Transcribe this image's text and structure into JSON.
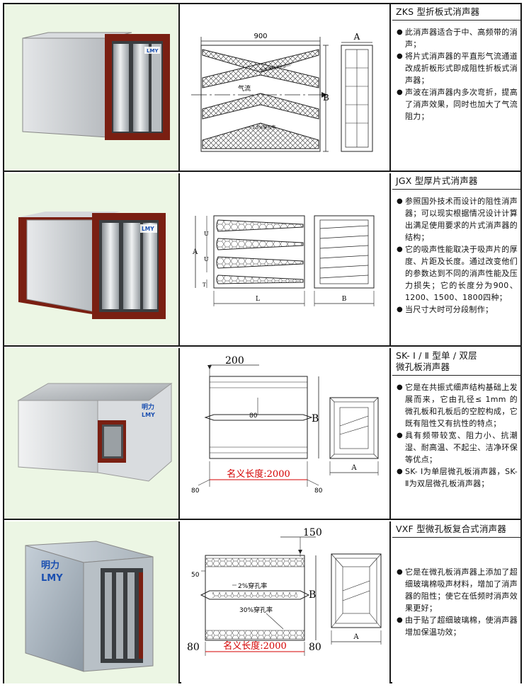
{
  "products": [
    {
      "title": "ZKS 型折板式消声器",
      "bullets": [
        "此消声器适合于中、高频带的消 声；",
        "将片式消声器的平直形气流通道改成折板形式即成阻性折板式消声器；",
        "声波在消声器内多次弯折，提高了消声效果，同时也加大了气流阻力；"
      ],
      "drawing": {
        "dim_width": "900",
        "dim_side": "A",
        "dim_height": "B",
        "airflow_label": "气流",
        "note_top": "吸声填料30kg/m³",
        "note_bottom": "1.5%穿孔率"
      }
    },
    {
      "title": "JGX 型厚片式消声器",
      "bullets": [
        "参照国外技术而设计的阻性消声器；可以现实根据情况设计计算出满足使用要求的片式消声器的结构；",
        "它的吸声性能取决于吸声片的厚度、片距及长度。通过改变他们的参数达到不同的消声性能及压力损失；它的长度分为900、1200、1500、1800四种；",
        "当尺寸大时可分段制作；"
      ],
      "drawing": {
        "dim_length": "L",
        "dim_height": "A",
        "dim_u1": "U",
        "dim_u2": "U",
        "dim_t": "T",
        "dim_side": "B"
      }
    },
    {
      "title": "SK- Ⅰ / Ⅱ 型单 / 双层\n微孔板消声器",
      "bullets": [
        "它是在共振式细声结构基础上发展而来，它由孔径≤ 1mm 的微孔板和孔板后的空腔构成，它既有阻性又有抗性的特点；",
        "具有频带较宽、阻力小、抗潮湿、耐高温、不起尘、洁净环保等优点；",
        "SK- Ⅰ为单层微孔板消声器，SK- Ⅱ为双层微孔板消声器；"
      ],
      "drawing": {
        "dim_top": "200",
        "dim_cavity": "80",
        "dim_height": "B",
        "length_label": "名义长度:2000",
        "dim_left": "80",
        "dim_right": "80",
        "dim_side": "A"
      }
    },
    {
      "title": "VXF 型微孔板复合式消声器",
      "bullets": [
        "它是在微孔板消声器上添加了超细玻璃棉吸声材料，增加了消声器的阻性；使它在低频时消声效果更好；",
        "由于贴了超细玻璃棉，使消声器增加保温功效；"
      ],
      "drawing": {
        "dim_top": "150",
        "dim_layer": "50",
        "perf_inner": "2%穿孔率",
        "perf_outer": "30%穿孔率",
        "dim_height": "B",
        "length_label": "名义长度:2000",
        "dim_left": "80",
        "dim_right": "80",
        "dim_side": "A"
      }
    }
  ],
  "brand": {
    "logo_text": "明力",
    "logo_mark": "LMY"
  },
  "colors": {
    "photo_bg": "#ecf6e4",
    "flange": "#7a1f12",
    "steel": "#c8ccd0",
    "dim_red": "#d40000",
    "line": "#1a1a1a"
  }
}
